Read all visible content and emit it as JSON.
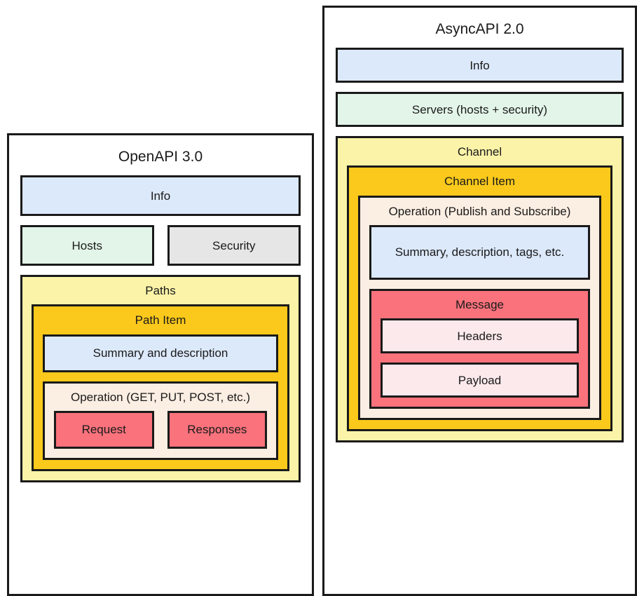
{
  "diagram": {
    "type": "nested-block-comparison",
    "panels": [
      {
        "id": "openapi",
        "title": "OpenAPI 3.0",
        "blocks": {
          "info": "Info",
          "hosts": "Hosts",
          "security": "Security",
          "paths": "Paths",
          "path_item": "Path Item",
          "summary": "Summary and description",
          "operation": "Operation (GET, PUT, POST, etc.)",
          "request": "Request",
          "responses": "Responses"
        }
      },
      {
        "id": "asyncapi",
        "title": "AsyncAPI 2.0",
        "blocks": {
          "info": "Info",
          "servers": "Servers (hosts + security)",
          "channel": "Channel",
          "channel_item": "Channel Item",
          "operation": "Operation (Publish and Subscribe)",
          "summary": "Summary, description, tags, etc.",
          "message": "Message",
          "headers": "Headers",
          "payload": "Payload"
        }
      }
    ],
    "colors": {
      "info_blue": "#dce9fb",
      "hosts_green": "#e3f5e9",
      "security_gray": "#e6e6e6",
      "paths_yellow": "#fbf3a8",
      "item_gold": "#fbc91b",
      "operation_cream": "#fbeee2",
      "message_red": "#f9727c",
      "payload_pink": "#fce9eb",
      "border": "#1a1a1a",
      "background": "#ffffff"
    }
  }
}
